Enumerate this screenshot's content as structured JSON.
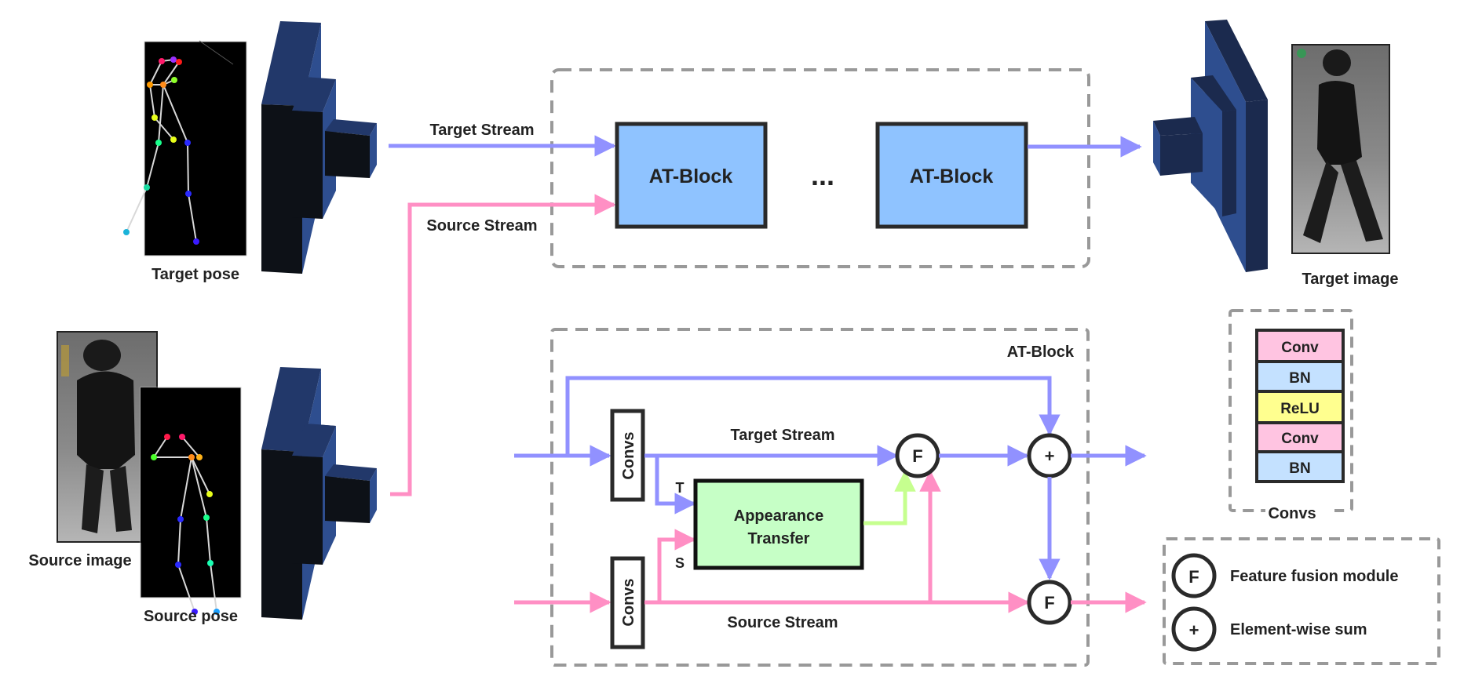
{
  "colors": {
    "target_stream": "#9191ff",
    "source_stream": "#ff8fc4",
    "appearance_out": "#c6ff8f",
    "at_block_fill": "#8fc3ff",
    "appearance_fill": "#c6ffc6",
    "conv_fill": "#ffc4e1",
    "bn_fill": "#c4e1ff",
    "relu_fill": "#ffff8f",
    "dashed_border": "#999999",
    "encoder_face": "#0d1117",
    "encoder_side": "#2e4e8f",
    "encoder_top": "#22386a",
    "decoder_face": "#1b2a4e"
  },
  "inputs": {
    "target_pose_label": "Target pose",
    "source_image_label": "Source image",
    "source_pose_label": "Source pose"
  },
  "output": {
    "target_image_label": "Target image"
  },
  "overview": {
    "target_stream_label": "Target Stream",
    "source_stream_label": "Source Stream",
    "block1_label": "AT-Block",
    "ellipsis": "...",
    "block2_label": "AT-Block"
  },
  "at_block_detail": {
    "title": "AT-Block",
    "top_convs_label": "Convs",
    "bottom_convs_label": "Convs",
    "target_stream_label": "Target Stream",
    "source_stream_label": "Source Stream",
    "t_port": "T",
    "s_port": "S",
    "appearance_line1": "Appearance",
    "appearance_line2": "Transfer",
    "fusion_top": "F",
    "sum_node": "+",
    "fusion_bottom": "F"
  },
  "convs_detail": {
    "title": "Convs",
    "layers": [
      "Conv",
      "BN",
      "ReLU",
      "Conv",
      "BN"
    ]
  },
  "legend": {
    "items": [
      {
        "symbol": "F",
        "label": "Feature fusion module"
      },
      {
        "symbol": "+",
        "label": "Element-wise sum"
      }
    ]
  }
}
